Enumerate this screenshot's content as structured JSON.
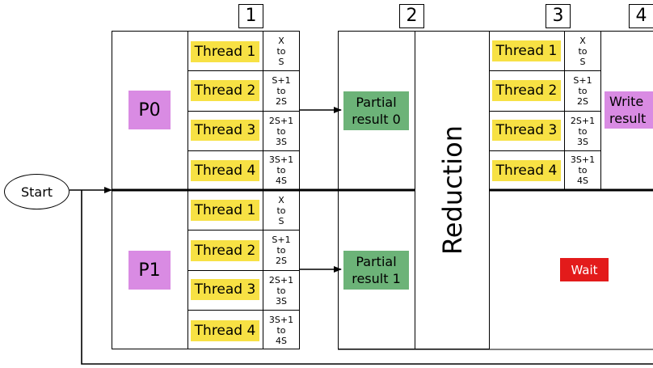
{
  "steps": [
    "1",
    "2",
    "3",
    "4"
  ],
  "start_label": "Start",
  "processes": [
    {
      "label": "P0",
      "threads": [
        {
          "label": "Thread 1",
          "range": "X\nto\nS"
        },
        {
          "label": "Thread 2",
          "range": "S+1\nto\n2S"
        },
        {
          "label": "Thread 3",
          "range": "2S+1\nto\n3S"
        },
        {
          "label": "Thread 4",
          "range": "3S+1\nto\n4S"
        }
      ],
      "partial": "Partial\nresult 0"
    },
    {
      "label": "P1",
      "threads": [
        {
          "label": "Thread 1",
          "range": "X\nto\nS"
        },
        {
          "label": "Thread 2",
          "range": "S+1\nto\n2S"
        },
        {
          "label": "Thread 3",
          "range": "2S+1\nto\n3S"
        },
        {
          "label": "Thread 4",
          "range": "3S+1\nto\n4S"
        }
      ],
      "partial": "Partial\nresult 1"
    }
  ],
  "reduction_label": "Reduction",
  "step3_threads": [
    {
      "label": "Thread 1",
      "range": "X\nto\nS"
    },
    {
      "label": "Thread 2",
      "range": "S+1\nto\n2S"
    },
    {
      "label": "Thread 3",
      "range": "2S+1\nto\n3S"
    },
    {
      "label": "Thread 4",
      "range": "3S+1\nto\n4S"
    }
  ],
  "write_label": "Write\nresult",
  "wait_label": "Wait",
  "colors": {
    "thread": "#f7e144",
    "process": "#d98be3",
    "partial": "#6cb378",
    "wait": "#e31b1b"
  }
}
